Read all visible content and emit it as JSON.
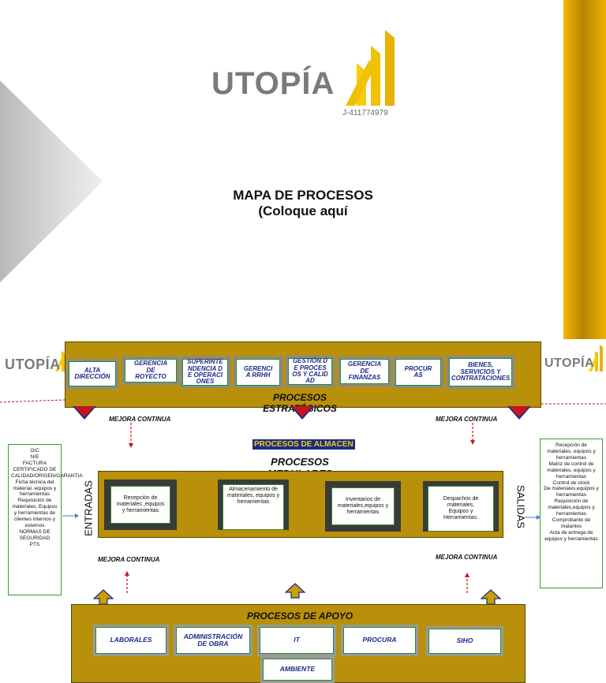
{
  "logo": {
    "text": "UTOPÍA",
    "rif": "J-411774979"
  },
  "title": {
    "line1": "MAPA DE PROCESOS",
    "line2": "(Coloque aquí"
  },
  "strategic": {
    "heading_line1": "PROCESOS",
    "heading_line2": "ESTRATÉGICOS",
    "boxes": [
      "ALTA DIRECCIÓN",
      "GERENCIA DE ROYECTO",
      "SUPERINTENDENCIA DE OPERACIONES",
      "GERENCIA RRHH",
      "GESTIÓN DE PROCESOS Y CALIDAD",
      "GERENCIA DE FINANZAS",
      "PROCURAS",
      "BIENES, SERVICIOS Y CONTRATACIONES"
    ]
  },
  "mejora": "MEJORA CONTINUA",
  "almacen_label": "PROCESOS DE ALMACEN",
  "medular": {
    "heading_line1": "PROCESOS",
    "heading_line2": "MEDULARES",
    "entradas": "ENTRADAS",
    "salidas": "SALIDAS",
    "boxes": [
      "Recepción de materiales ,equipos y herramientas",
      "Almacenamiento de materiales, equipos y herramientas",
      "Inventarios de materiales,equipos y herramientas",
      "Despachos de materiales, Equipos y Herramientas."
    ]
  },
  "inputs_box": "O/C\nN/E\nFACTURA\nCERTIFICADO DE CALIDAD/ORIGEN/GARANTIA\nFicha técnica del material, equipos y herramientas\nRequisición de materiales, Equipos y herramientas de clientes internos y externos\nNORMAS DE SEGURIDAD\nPTS",
  "outputs_box": "Recepción de materiales, equipos y herramientas\nMatriz de control de materiales, equipos y herramientas\nControl de stock\nDe materiales,equipos y herramientas\nRequisición de materiales,equipos y herramientas\nComprobante de matariles\nActa de entrega de equipos y herramientas",
  "support": {
    "heading": "PROCESOS DE APOYO",
    "boxes": [
      "LABORALES",
      "ADMINISTRACIÓN DE OBRA",
      "IT",
      "PROCURA",
      "SIHO",
      "AMBIENTE"
    ]
  },
  "colors": {
    "gold": "#b8900a",
    "arrow_red": "#c8141e",
    "navy_text": "#1a2a8a"
  }
}
